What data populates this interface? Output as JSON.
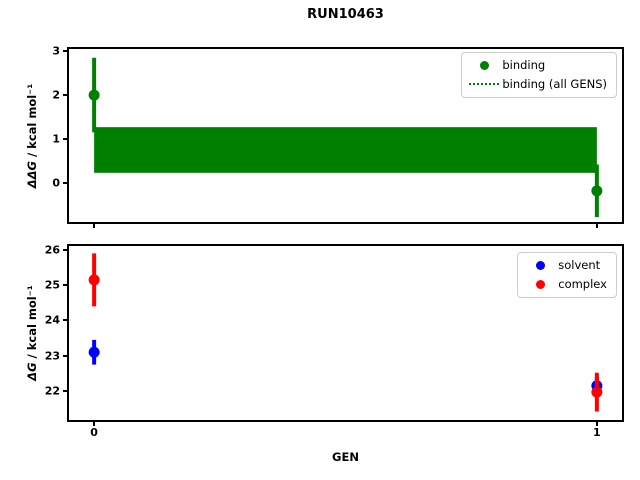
{
  "figure": {
    "title": "RUN10463",
    "background": "#ffffff"
  },
  "chart_data": [
    {
      "type": "scatter",
      "subplot": "top",
      "ylabel": "ΔΔG / kcal mol⁻¹",
      "ylabel_prefix": "ΔΔ",
      "ylabel_symbol": "G",
      "ylabel_rest": " / kcal mol⁻¹",
      "xlabel": "",
      "xlim": [
        -0.05,
        1.05
      ],
      "ylim": [
        -0.89,
        3.05
      ],
      "yticks": [
        0,
        1,
        2,
        3
      ],
      "xticks": [
        0,
        1
      ],
      "xtick_labels_visible": false,
      "grid": false,
      "band": {
        "x0": 0,
        "x1": 1,
        "y0": 0.23,
        "y1": 1.27,
        "color": "#008000",
        "label": "binding (all GENS)"
      },
      "series": [
        {
          "name": "binding",
          "color": "#008000",
          "points": [
            {
              "x": 0,
              "y": 2.0,
              "yerr": 0.85
            },
            {
              "x": 1,
              "y": -0.18,
              "yerr": 0.6
            }
          ]
        }
      ],
      "legend": {
        "position": "upper right",
        "items": [
          {
            "label": "binding",
            "marker": "dot",
            "color": "#008000"
          },
          {
            "label": "binding (all GENS)",
            "marker": "dotted-line",
            "color": "#008000"
          }
        ]
      }
    },
    {
      "type": "scatter",
      "subplot": "bottom",
      "ylabel": "ΔG / kcal mol⁻¹",
      "ylabel_prefix": "Δ",
      "ylabel_symbol": "G",
      "ylabel_rest": " / kcal mol⁻¹",
      "xlabel": "GEN",
      "xlim": [
        -0.05,
        1.05
      ],
      "ylim": [
        21.18,
        26.11
      ],
      "yticks": [
        22,
        23,
        24,
        25,
        26
      ],
      "xticks": [
        0,
        1
      ],
      "xtick_labels_visible": true,
      "grid": false,
      "series": [
        {
          "name": "solvent",
          "color": "#0000ff",
          "points": [
            {
              "x": 0,
              "y": 23.1,
              "yerr": 0.35
            },
            {
              "x": 1,
              "y": 22.15,
              "yerr": 0.25
            }
          ]
        },
        {
          "name": "complex",
          "color": "#ff0000",
          "points": [
            {
              "x": 0,
              "y": 25.15,
              "yerr": 0.75
            },
            {
              "x": 1,
              "y": 21.97,
              "yerr": 0.55
            }
          ]
        }
      ],
      "legend": {
        "position": "upper right",
        "items": [
          {
            "label": "solvent",
            "marker": "dot",
            "color": "#0000ff"
          },
          {
            "label": "complex",
            "marker": "dot",
            "color": "#ff0000"
          }
        ]
      }
    }
  ]
}
